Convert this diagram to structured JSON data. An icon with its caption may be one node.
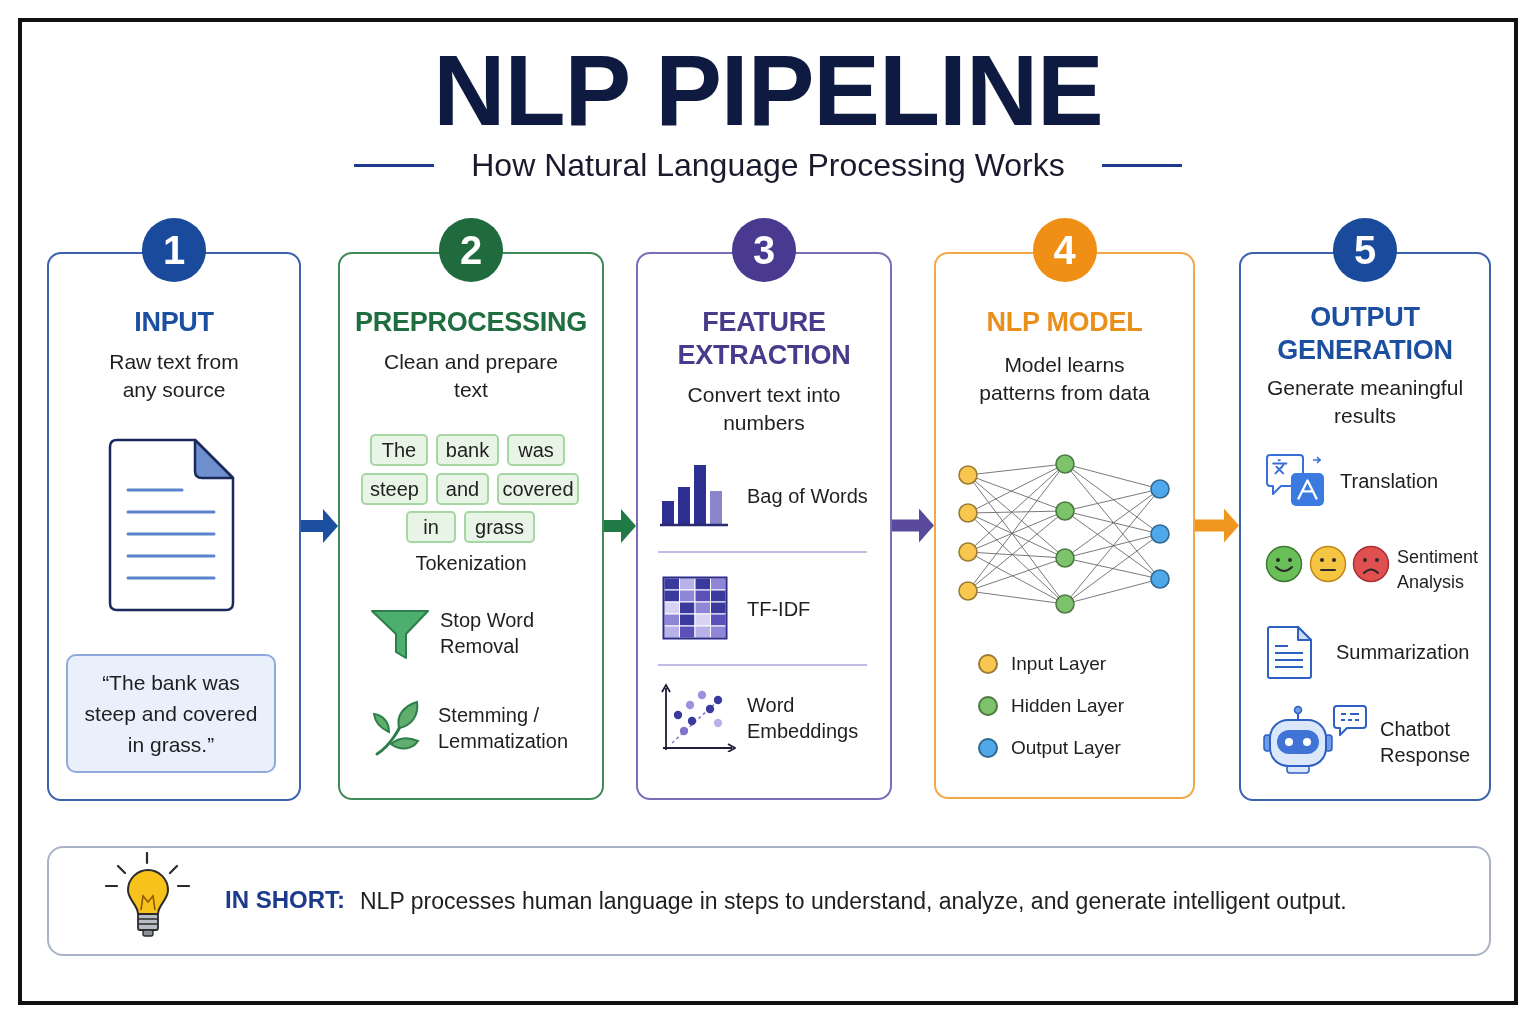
{
  "diagram": {
    "title": "NLP PIPELINE",
    "nodes": [
      {
        "text": [
          "1",
          "INPUT",
          "Raw text from any source"
        ]
      },
      {
        "text": [
          "“The bank was steep and covered in grass.”"
        ],
        "in": 0
      },
      {
        "text": [
          "2",
          "PREPROCESSING",
          "Clean and prepare text",
          "Tokenization",
          "Stop Word Removal",
          "Stemming / Lemmatization"
        ]
      },
      {
        "text": [
          "The"
        ],
        "in": 2
      },
      {
        "text": [
          "bank"
        ],
        "in": 2
      },
      {
        "text": [
          "was"
        ],
        "in": 2
      },
      {
        "text": [
          "steep"
        ],
        "in": 2
      },
      {
        "text": [
          "and"
        ],
        "in": 2
      },
      {
        "text": [
          "covered"
        ],
        "in": 2
      },
      {
        "text": [
          "in"
        ],
        "in": 2
      },
      {
        "text": [
          "grass"
        ],
        "in": 2
      },
      {
        "text": [
          "3",
          "FEATURE EXTRACTION",
          "Convert text into numbers",
          "Bag of Words",
          "TF-IDF",
          "Word Embeddings"
        ]
      },
      {
        "text": [
          "4",
          "NLP MODEL",
          "Model learns patterns from data"
        ]
      },
      {
        "text": [
          "5",
          "OUTPUT GENERATION",
          "Generate meaningful results",
          "Translation",
          "Sentiment Analysis",
          "Summarization",
          "Chatbot Response"
        ]
      },
      {
        "text": [
          "IN SHORT:",
          "NLP processes human language in steps to understand, analyze, and generate intelligent output."
        ]
      }
    ],
    "edges": [
      {
        "from": 0,
        "to": 2,
        "arrow": "to",
        "color": "#1d4fa0"
      },
      {
        "from": 2,
        "to": 11,
        "arrow": "to",
        "color": "#1f7a45"
      },
      {
        "from": 11,
        "to": 12,
        "arrow": "to",
        "color": "#5a4a9e"
      },
      {
        "from": 12,
        "to": 13,
        "arrow": "to",
        "color": "#f0961e"
      }
    ],
    "labels": [
      "How Natural Language Processing Works"
    ],
    "legend": [
      {
        "text": "Input Layer",
        "color": "#f9c74f"
      },
      {
        "text": "Hidden Layer",
        "color": "#7cc36b"
      },
      {
        "text": "Output Layer",
        "color": "#4fa8ea"
      }
    ]
  }
}
